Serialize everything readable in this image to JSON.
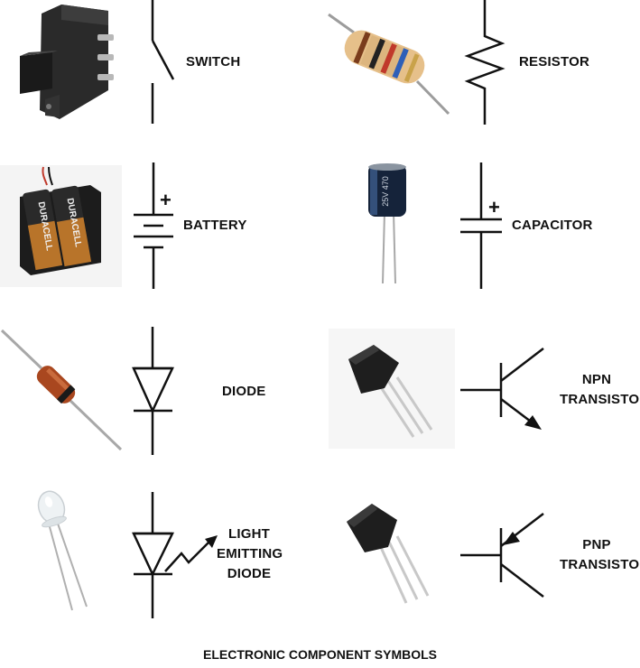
{
  "components": {
    "switch": {
      "label": "SWITCH"
    },
    "resistor": {
      "label": "RESISTOR"
    },
    "battery": {
      "label": "BATTERY",
      "polarity": "+"
    },
    "capacitor": {
      "label": "CAPACITOR",
      "polarity": "+"
    },
    "diode": {
      "label": "DIODE"
    },
    "npn": {
      "label_line1": "NPN",
      "label_line2": "TRANSISTOR"
    },
    "led": {
      "label_line1": "LIGHT",
      "label_line2": "EMITTING",
      "label_line3": "DIODE"
    },
    "pnp": {
      "label_line1": "PNP",
      "label_line2": "TRANSISTOR"
    }
  },
  "photo_text": {
    "battery_brand": "DURACELL",
    "capacitor_marking": "25V 470"
  },
  "caption": "ELECTRONIC COMPONENT SYMBOLS",
  "colors": {
    "symbol": "#111111",
    "background": "#ffffff"
  }
}
